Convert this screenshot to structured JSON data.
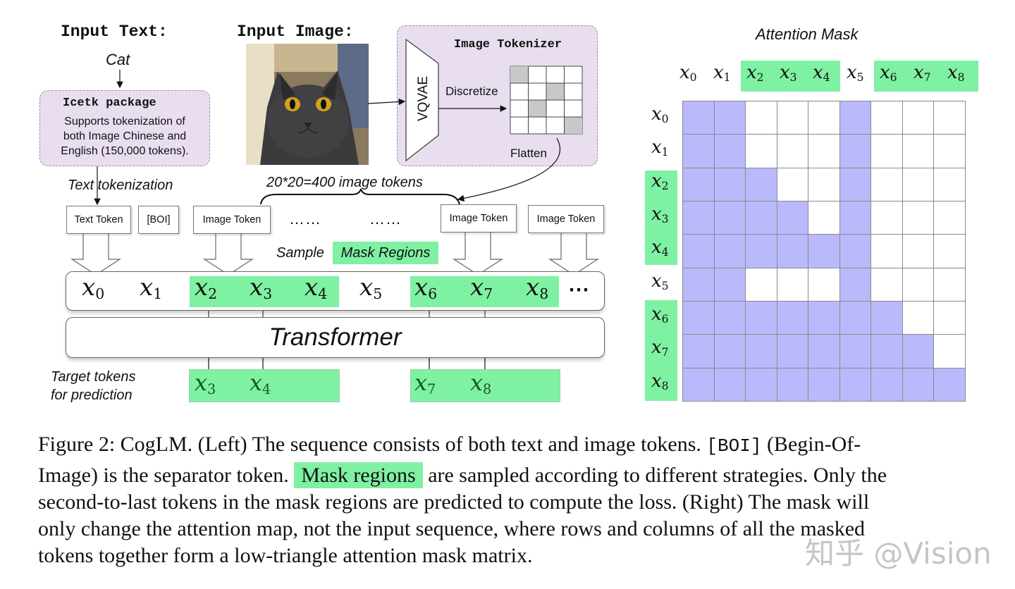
{
  "left": {
    "input_text_label": "Input Text:",
    "input_word": "Cat",
    "icetk_title": "Icetk package",
    "icetk_desc": [
      "Supports tokenization of",
      "both Image Chinese and",
      "English (150,000 tokens)."
    ],
    "input_image_label": "Input Image:",
    "tokenizer_title": "Image Tokenizer",
    "vqvae": "VQVAE",
    "discretize": "Discretize",
    "flatten": "Flatten",
    "text_tokenization": "Text tokenization",
    "image_tokens_count": "20*20=400 image tokens",
    "tokens": [
      "Text Token",
      "[BOI]",
      "Image Token",
      "Image Token",
      "Image Token"
    ],
    "dots": "……",
    "sample_word": "Sample",
    "mask_regions": "Mask Regions",
    "ellipsis": "⋯",
    "transformer": "Transformer",
    "target_label": [
      "Target tokens",
      "for prediction"
    ]
  },
  "right": {
    "attention_title": "Attention Mask",
    "token_names": [
      "0",
      "1",
      "2",
      "3",
      "4",
      "5",
      "6",
      "7",
      "8"
    ],
    "masked_tokens": [
      2,
      3,
      4,
      6,
      7,
      8
    ],
    "mask_matrix": [
      [
        1,
        1,
        0,
        0,
        0,
        1,
        0,
        0,
        0
      ],
      [
        1,
        1,
        0,
        0,
        0,
        1,
        0,
        0,
        0
      ],
      [
        1,
        1,
        1,
        0,
        0,
        1,
        0,
        0,
        0
      ],
      [
        1,
        1,
        1,
        1,
        0,
        1,
        0,
        0,
        0
      ],
      [
        1,
        1,
        1,
        1,
        1,
        1,
        0,
        0,
        0
      ],
      [
        1,
        1,
        0,
        0,
        0,
        1,
        0,
        0,
        0
      ],
      [
        1,
        1,
        1,
        1,
        1,
        1,
        1,
        0,
        0
      ],
      [
        1,
        1,
        1,
        1,
        1,
        1,
        1,
        1,
        0
      ],
      [
        1,
        1,
        1,
        1,
        1,
        1,
        1,
        1,
        1
      ]
    ],
    "fill_color": "#b9b9fb",
    "mask_green": "#7ff1a2"
  },
  "caption": {
    "line1": "Figure 2: CogLM. (Left) The sequence consists of both text and image tokens. ",
    "code": "[BOI]",
    "line1_end": " (Begin-Of-",
    "line2_a": "Image) is the separator token. ",
    "mark": "Mask regions",
    "line2_b": " are sampled according to different strategies. Only the",
    "line3": "second-to-last tokens in the mask regions are predicted to compute the loss. (Right) The mask will",
    "line4": "only change the attention map, not the input sequence, where rows and columns of all the masked",
    "line5": "tokens together form a low-triangle attention mask matrix."
  },
  "watermark": "知乎 @Vision"
}
